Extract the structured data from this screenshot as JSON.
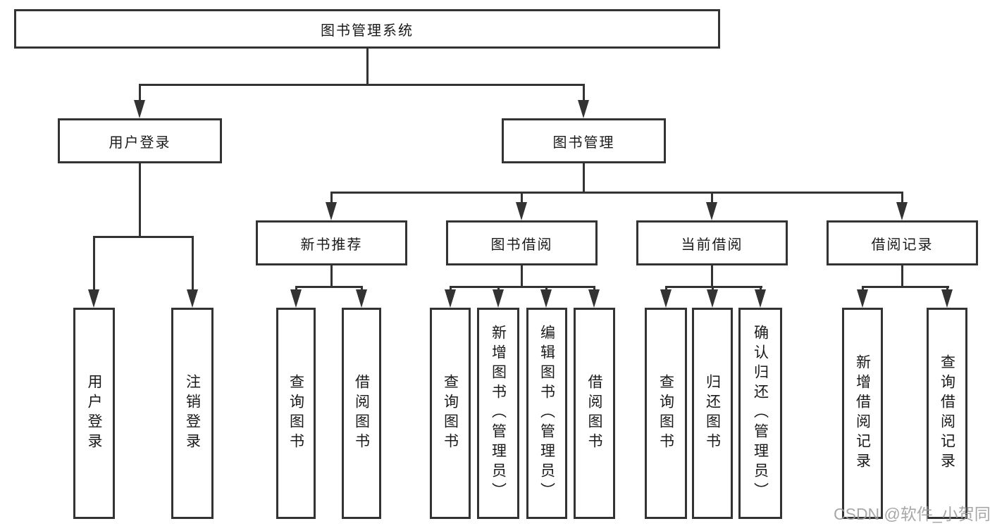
{
  "diagram": {
    "title": "图书管理系统",
    "level2": {
      "user_login": "用户登录",
      "book_mgmt": "图书管理"
    },
    "level3": {
      "new_books": "新书推荐",
      "book_borrow": "图书借阅",
      "current_borrow": "当前借阅",
      "borrow_records": "借阅记录"
    },
    "leaves": {
      "user_login": [
        "用户登录",
        "注销登录"
      ],
      "new_books": [
        "查询图书",
        "借阅图书"
      ],
      "book_borrow": [
        "查询图书",
        "新增图书（管理员）",
        "编辑图书（管理员）",
        "借阅图书"
      ],
      "current_borrow": [
        "查询图书",
        "归还图书",
        "确认归还（管理员）"
      ],
      "borrow_records": [
        "新增借阅记录",
        "查询借阅记录"
      ]
    },
    "colors": {
      "line": "#333333",
      "text": "#1a1a1a",
      "background": "#ffffff",
      "watermark": "#9c9c9c"
    }
  },
  "watermark": "CSDN @软件_小贺同学"
}
